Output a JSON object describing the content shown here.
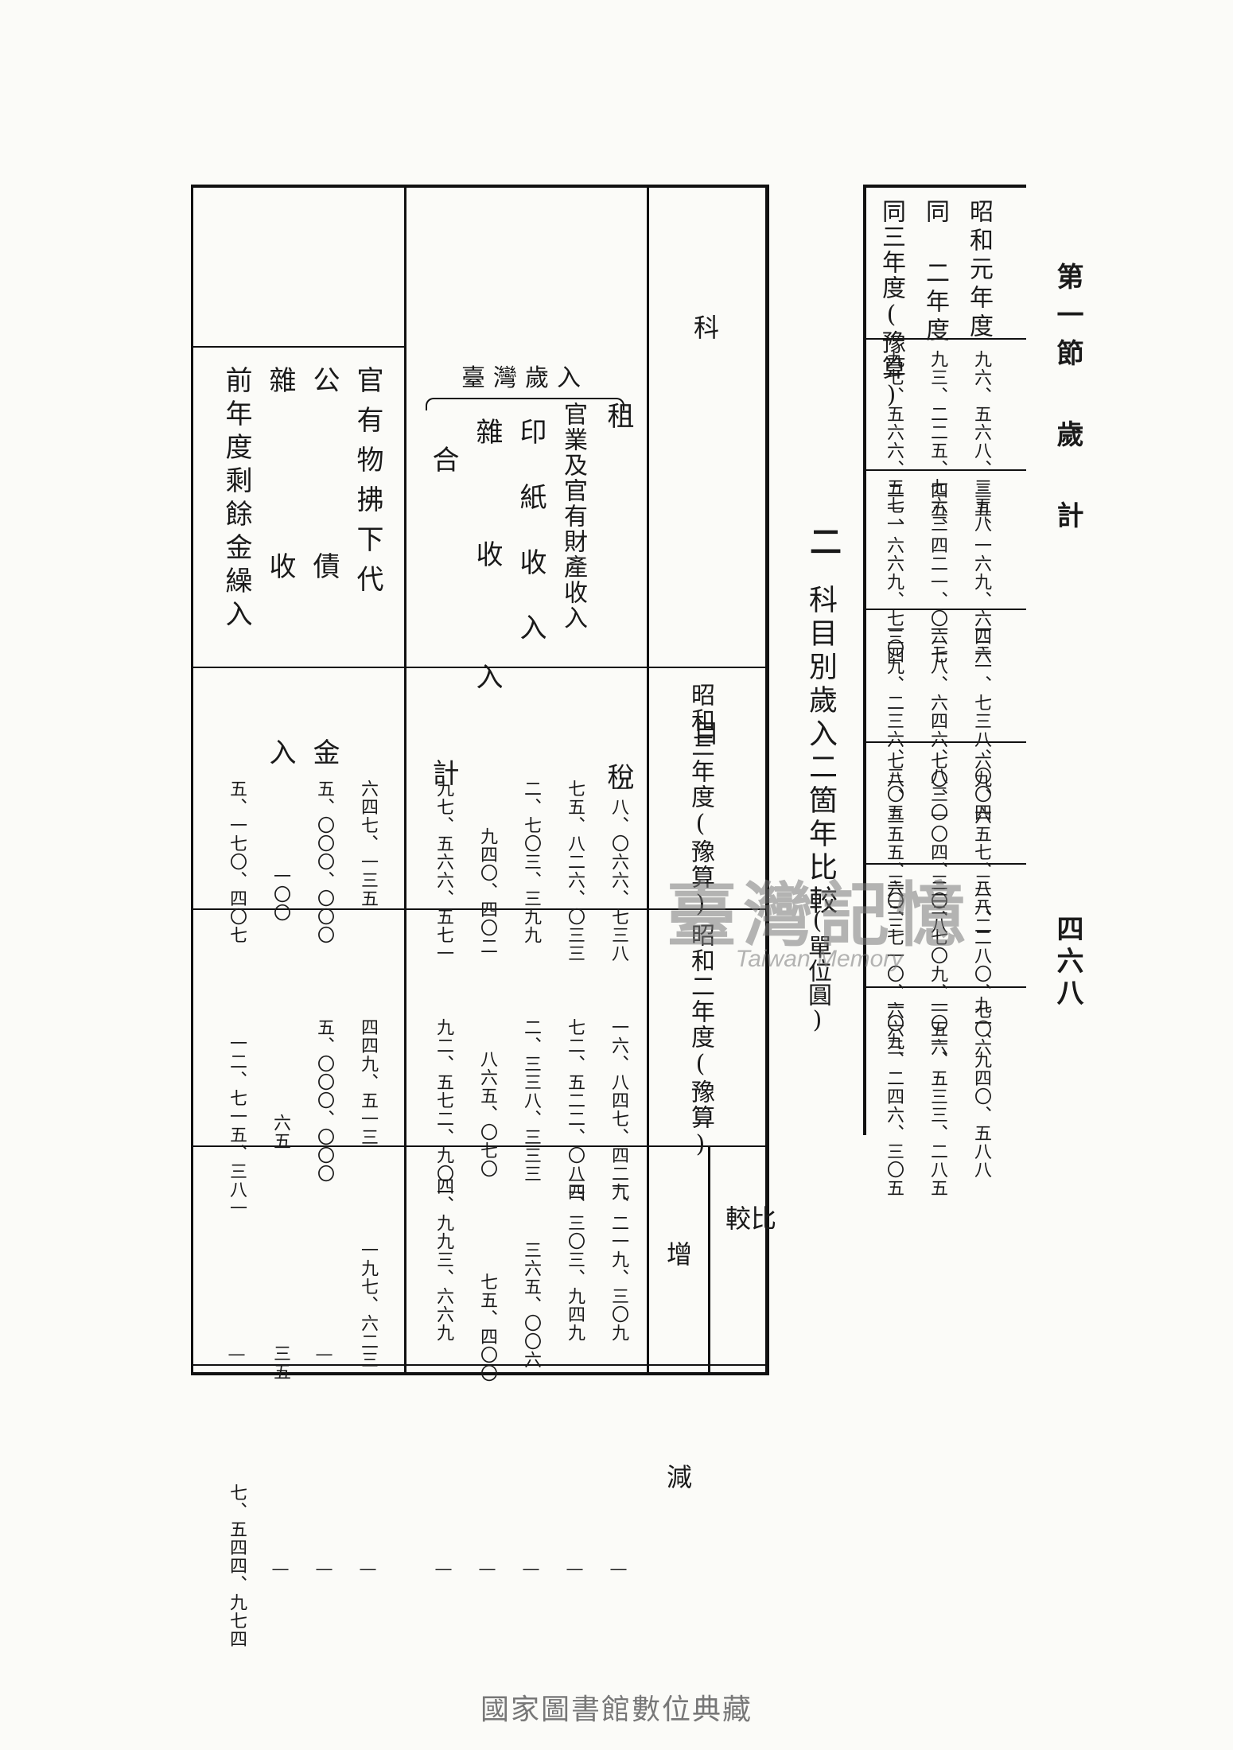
{
  "page": {
    "section": "第一節 歲 計",
    "page_number": "四六八",
    "footer": "國家圖書館數位典藏",
    "watermark_zh": "臺灣記憶",
    "watermark_en": "Taiwan Memory"
  },
  "top_table": {
    "rows": [
      {
        "label": "昭和元年度",
        "c1": "九六、五六八、三五八",
        "c2": "三五、一六九、六四六",
        "c3": "一三一、七三八、〇〇四",
        "c4": "六九、六五七、八八二",
        "c5": "三三、二八〇、七〇六",
        "c6": "九一、九四〇、五八八"
      },
      {
        "label": "同 二年度",
        "c1": "九三、二二五、七六三",
        "c2": "四五、四二一、〇六七",
        "c3": "一三八、六四六、八三〇",
        "c4": "七〇、一〇四、三三八",
        "c5": "三〇、七〇九、一五六",
        "c6": "一〇一、五三三、二八五"
      },
      {
        "label": "同三年度(豫算)",
        "c1": "九七、五六六、五七一",
        "c2": "二一、六六九、七三四",
        "c3": "一〇九、二三六、三〇五",
        "c4": "七八、三五五、六三三",
        "c5": "三〇、七一〇、六六三",
        "c6": "一〇九、二四六、三〇五"
      }
    ]
  },
  "bottom_table": {
    "title_num": "二",
    "title": "科目別歲入二箇年比較",
    "unit": "(單位圓)",
    "headers": {
      "subject": "科 目",
      "y3": "昭和三年度(豫算)",
      "y2": "昭和二年度(豫算)",
      "compare": "比 較",
      "inc": "增",
      "dec": "減"
    },
    "group_label": "臺灣歲入",
    "rows": [
      {
        "label": "租 稅",
        "y3": "一八、〇六六、七三八",
        "y2": "一六、八四七、四二九",
        "inc": "一、二一九、三〇九",
        "dec": "—"
      },
      {
        "label": "官業及官有財產收入",
        "y3": "七五、八二六、〇三三",
        "y2": "七二、五二二、〇八四",
        "inc": "三、三〇三、九四九",
        "dec": "—"
      },
      {
        "label": "印 紙 收 入",
        "y3": "二、七〇三、三九九",
        "y2": "二、三三八、三三三",
        "inc": "三六五、〇〇六",
        "dec": "—"
      },
      {
        "label": "雜 收 入",
        "y3": "九四〇、四〇二",
        "y2": "八六五、〇七〇",
        "inc": "七五、四〇〇",
        "dec": "—"
      },
      {
        "label": "合 計",
        "y3": "九七、五六六、五七一",
        "y2": "九二、五七二、九〇一",
        "inc": "四、九九三、六六九",
        "dec": "—"
      },
      {
        "label": "官有物拂下代",
        "y3": "六四七、一三五",
        "y2": "四四九、五一三",
        "inc": "一九七、六二三",
        "dec": "—"
      },
      {
        "label": "公 債 金",
        "y3": "五、〇〇〇、〇〇〇",
        "y2": "五、〇〇〇、〇〇〇",
        "inc": "—",
        "dec": "—"
      },
      {
        "label": "雜 收 入",
        "y3": "一〇〇",
        "y2": "六五",
        "inc": "三五",
        "dec": "—"
      },
      {
        "label": "前年度剩餘金繰入",
        "y3": "五、一七〇、四〇七",
        "y2": "一二、七一五、三八一",
        "inc": "—",
        "dec": "七、五四四、九七四"
      }
    ]
  }
}
